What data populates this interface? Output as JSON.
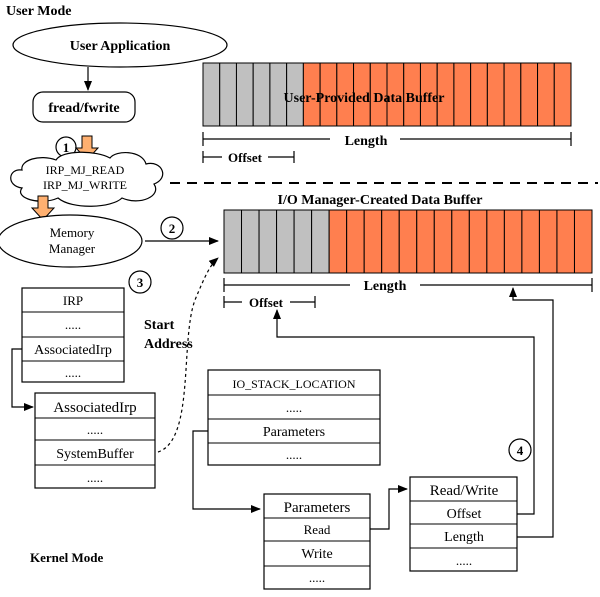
{
  "mode_labels": {
    "user": "User Mode",
    "kernel": "Kernel Mode"
  },
  "flow": {
    "user_application": "User Application",
    "fread_fwrite": "fread/fwrite",
    "irp_mj_read": "IRP_MJ_READ",
    "irp_mj_write": "IRP_MJ_WRITE",
    "memory_manager_line1": "Memory",
    "memory_manager_line2": "Manager",
    "start_address_line1": "Start",
    "start_address_line2": "Address"
  },
  "steps": [
    "1",
    "2",
    "3",
    "4"
  ],
  "user_buffer": {
    "title": "User-Provided Data Buffer",
    "length_label": "Length",
    "offset_label": "Offset",
    "gray_cells": 6,
    "orange_cells": 16
  },
  "io_buffer": {
    "title": "I/O Manager-Created Data Buffer",
    "length_label": "Length",
    "offset_label": "Offset",
    "gray_cells": 6,
    "orange_cells": 15
  },
  "irp_table": {
    "rows": [
      "IRP",
      ".....",
      "AssociatedIrp",
      "....."
    ]
  },
  "associated_irp_table": {
    "rows": [
      "AssociatedIrp",
      ".....",
      "SystemBuffer",
      "....."
    ]
  },
  "io_stack_table": {
    "rows": [
      "IO_STACK_LOCATION",
      ".....",
      "Parameters",
      "....."
    ]
  },
  "parameters_table": {
    "rows": [
      "Parameters",
      "Read",
      "Write",
      "....."
    ]
  },
  "readwrite_table": {
    "rows": [
      "Read/Write",
      "Offset",
      "Length",
      "....."
    ]
  },
  "colors": {
    "orange": "#FF7F4F",
    "gray": "#C0C0C0",
    "step_arrow_fill": "#FFB070",
    "line": "#000000"
  }
}
